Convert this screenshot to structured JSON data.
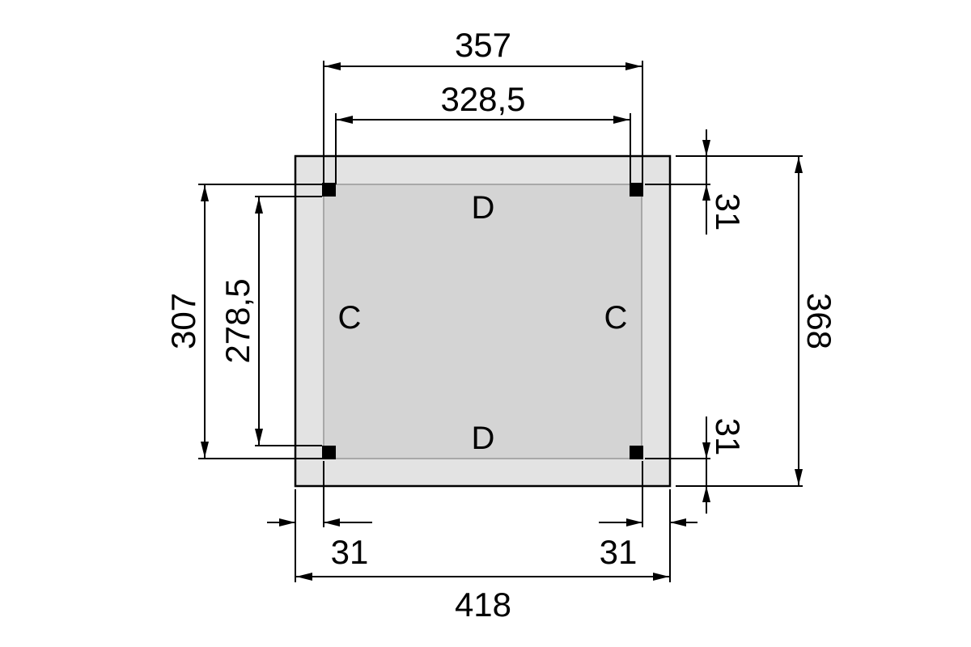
{
  "drawing": {
    "outer_frame": {
      "fill": "#e3e3e3",
      "stroke": "#000000"
    },
    "inner_panel": {
      "fill": "#d4d4d4",
      "stroke": "#a8a8a8"
    },
    "post_color": "#000000",
    "labels": {
      "top": "D",
      "bottom": "D",
      "left": "C",
      "right": "C"
    },
    "dimensions": {
      "post_span_width": "357",
      "inner_width": "328,5",
      "overall_width": "418",
      "left_offset": "31",
      "right_offset": "31",
      "post_span_height": "307",
      "inner_height": "278,5",
      "overall_height": "368",
      "top_offset": "31",
      "bottom_offset": "31"
    }
  }
}
